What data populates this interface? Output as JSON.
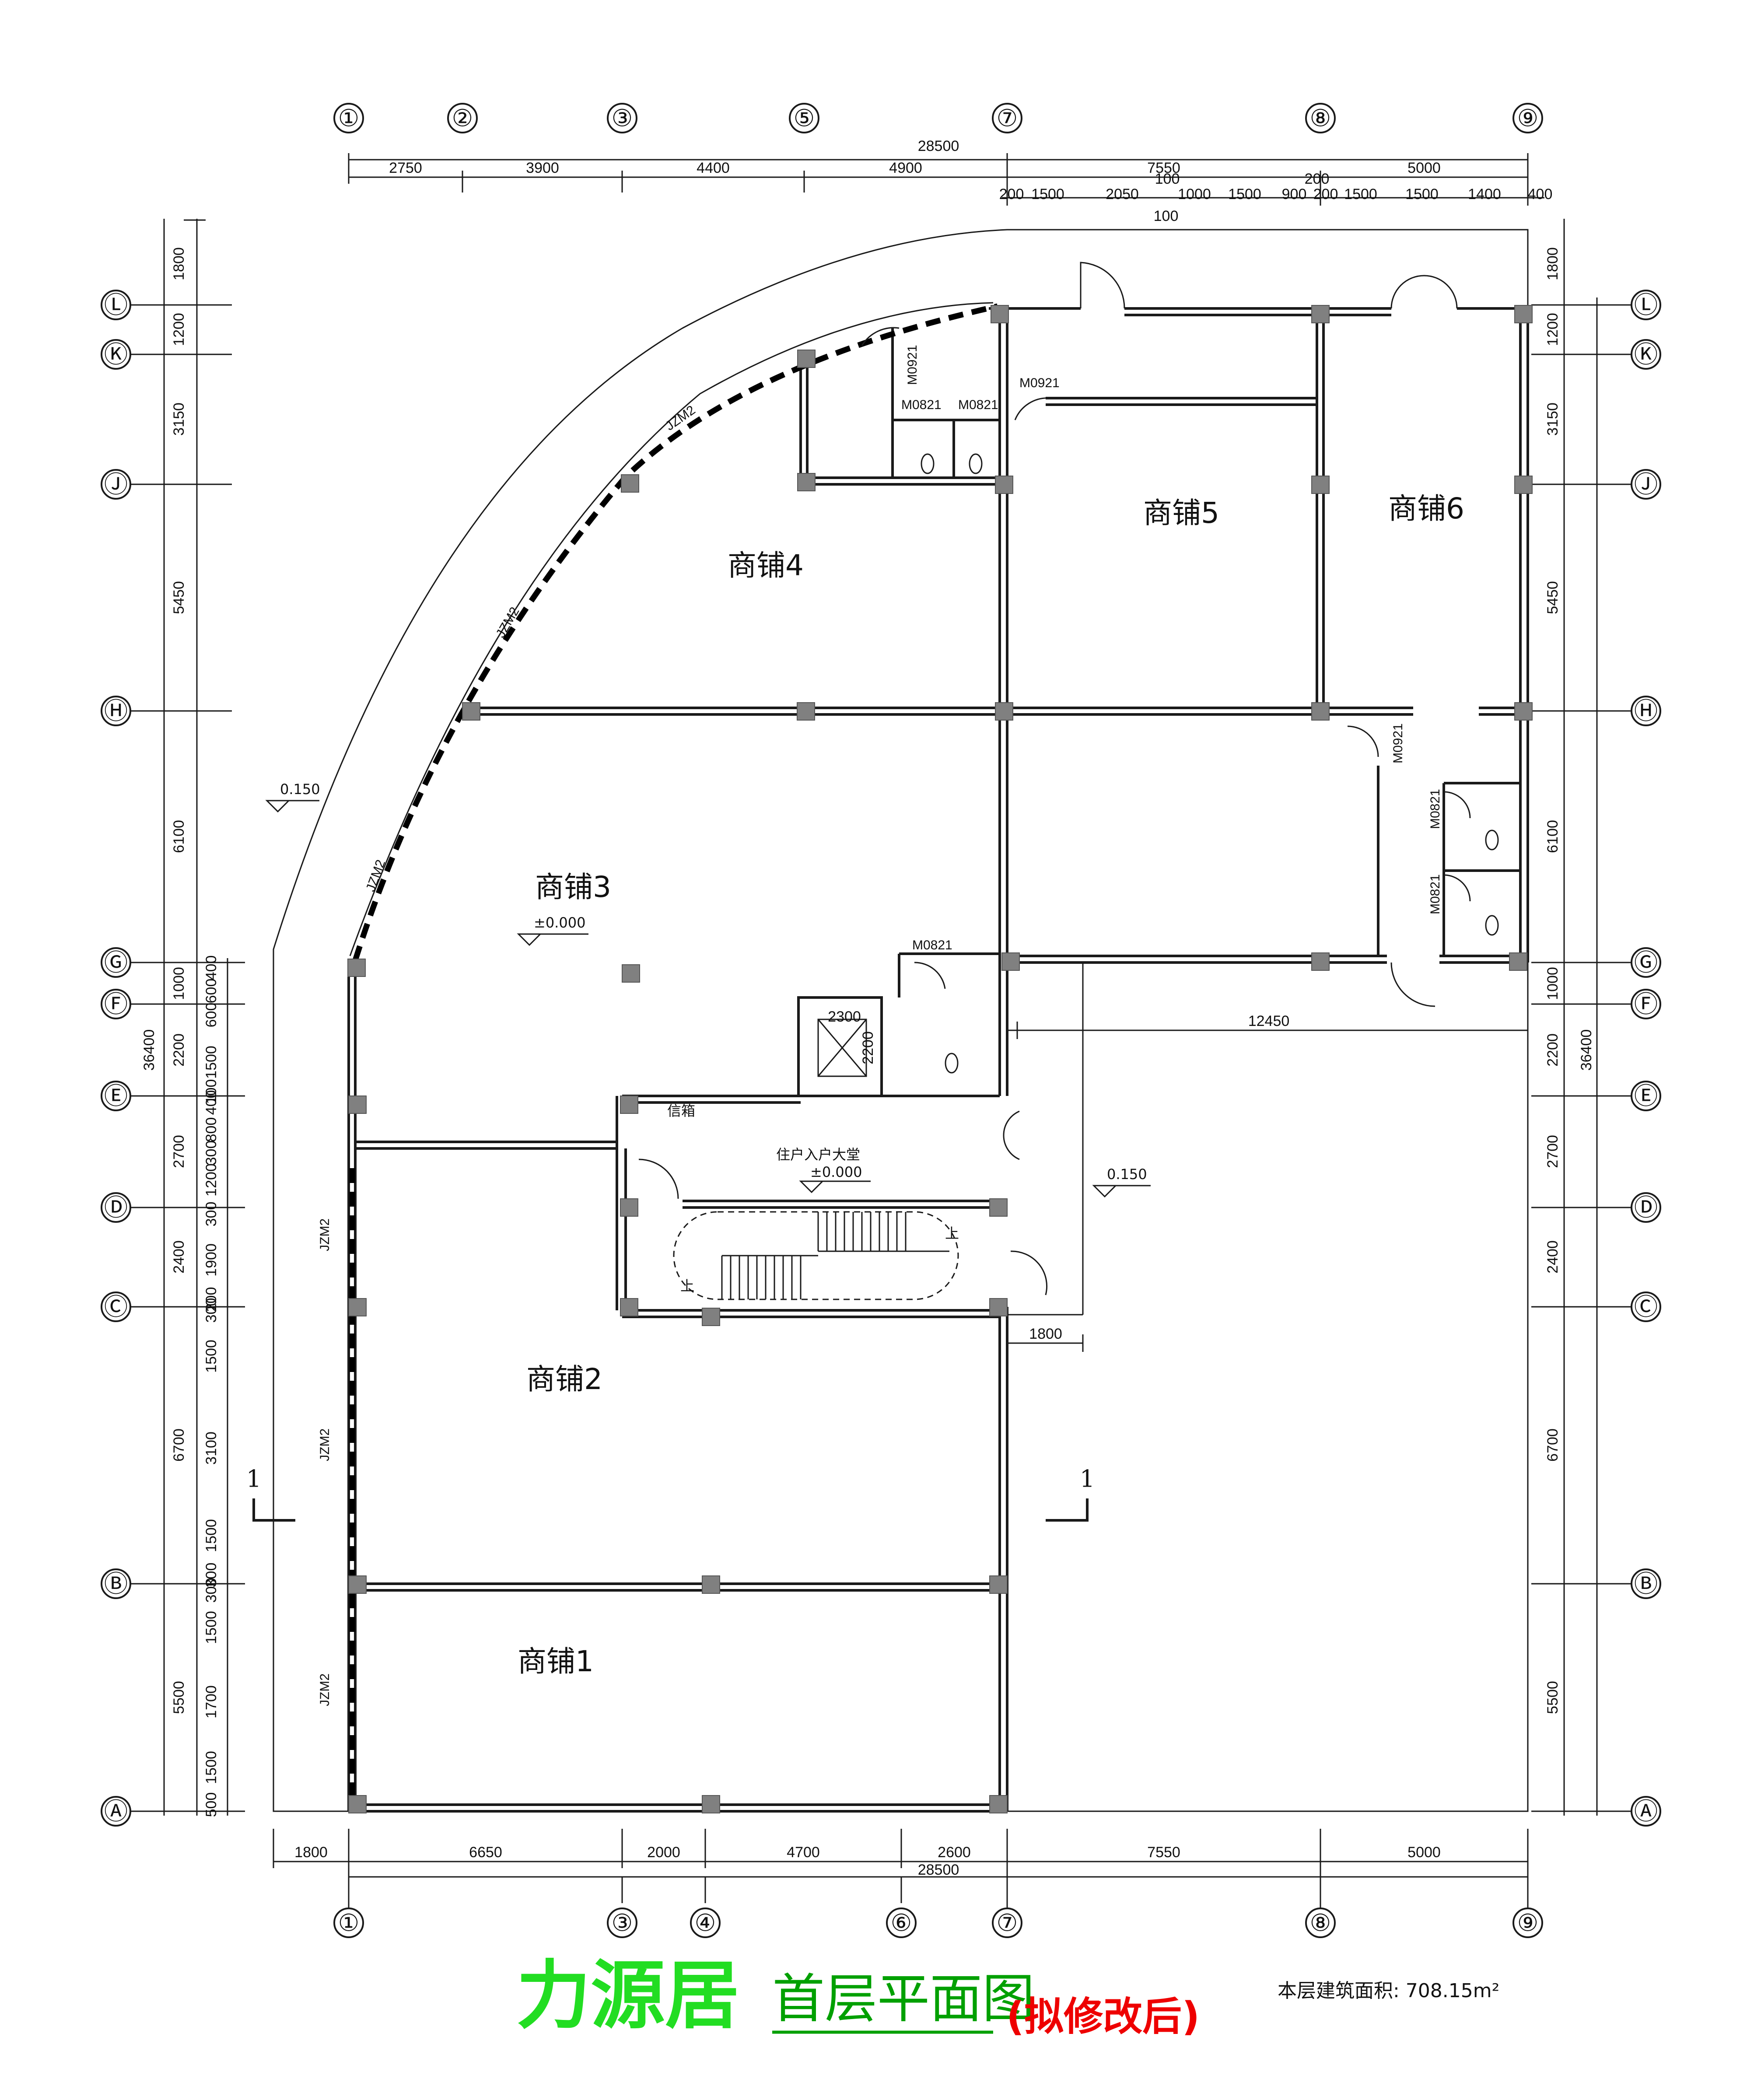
{
  "axes_top": [
    "①",
    "②",
    "③",
    "⑤",
    "⑦",
    "⑧",
    "⑨"
  ],
  "axes_bottom": [
    "①",
    "③",
    "④",
    "⑥",
    "⑦",
    "⑧",
    "⑨"
  ],
  "axes_rows": [
    "Ⓛ",
    "Ⓚ",
    "Ⓙ",
    "Ⓗ",
    "Ⓖ",
    "Ⓕ",
    "Ⓔ",
    "Ⓓ",
    "Ⓒ",
    "Ⓑ",
    "Ⓐ"
  ],
  "dims_top_total": "28500",
  "dims_top": [
    "2750",
    "3900",
    "4400",
    "4900",
    "7550",
    "5000"
  ],
  "dims_top_fine": [
    "200",
    "1500",
    "2050",
    "100",
    "1000",
    "1500",
    "900",
    "200",
    "1500",
    "1500",
    "1400",
    "400"
  ],
  "dims_top_fine_extra": [
    "100",
    "200"
  ],
  "dims_bottom_total": "28500",
  "dims_bottom": [
    "1800",
    "6650",
    "2000",
    "4700",
    "2600",
    "7550",
    "5000"
  ],
  "dims_left_total": "36400",
  "dims_left": [
    "1800",
    "1200",
    "3150",
    "5450",
    "6100",
    "1000",
    "2200",
    "2700",
    "2400",
    "6700",
    "5500"
  ],
  "dims_left_fine": [
    "400",
    "600",
    "600",
    "1500",
    "100",
    "400",
    "800",
    "300",
    "1200",
    "300",
    "1900",
    "200",
    "300",
    "1500",
    "3100",
    "1500",
    "300",
    "300",
    "1500",
    "1700",
    "1500",
    "500"
  ],
  "dims_right_total": "36400",
  "dims_right": [
    "1800",
    "1200",
    "3150",
    "5450",
    "6100",
    "1000",
    "2200",
    "2700",
    "2400",
    "6700",
    "5500"
  ],
  "dim_inner_12450": "12450",
  "dim_inner_1800": "1800",
  "dim_elevator_w": "2300",
  "dim_elevator_h": "2200",
  "rooms": {
    "shop1": "商铺1",
    "shop2": "商铺2",
    "shop3": "商铺3",
    "shop4": "商铺4",
    "shop5": "商铺5",
    "shop6": "商铺6",
    "lobby": "住户入户大堂"
  },
  "levels": {
    "shop3": "±0.000",
    "lobby": "±0.000",
    "outside_left": "0.150",
    "outside_right": "0.150"
  },
  "doors": {
    "m0921_a": "M0921",
    "m0921_b": "M0921",
    "m0921_c": "M0921",
    "m0821_a": "M0821",
    "m0821_b": "M0821",
    "m0821_c": "M0821",
    "m0821_d": "M0821",
    "m0821_e": "M0821"
  },
  "wall_tags": {
    "jzm2_a": "JZM2",
    "jzm2_b": "JZM2",
    "jzm2_c": "JZM2",
    "jzm2_d": "JZM2",
    "jzm2_e": "JZM2",
    "jzm2_f": "JZM2"
  },
  "mailbox": "信箱",
  "stair_up": "上",
  "section_mark": "1",
  "title": {
    "main": "力源居",
    "sub": "首层平面图",
    "note": "(拟修改后)"
  },
  "area_label": "本层建筑面积: 708.15m²"
}
